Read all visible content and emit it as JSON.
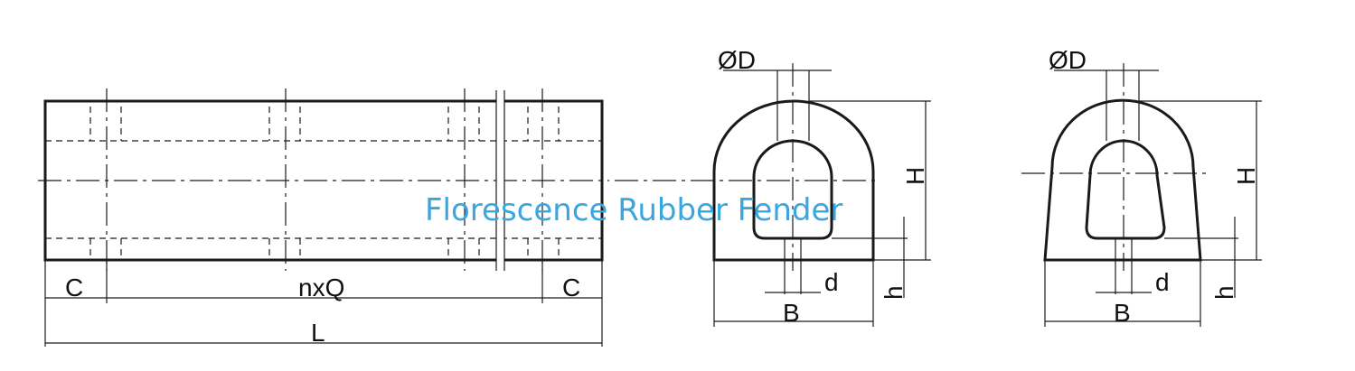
{
  "watermark": "Florescence Rubber Fender",
  "colors": {
    "line": "#1a1a1a",
    "watermark": "#3aa6e0",
    "background": "#ffffff"
  },
  "front_view": {
    "C_left": "C",
    "nxQ": "nxQ",
    "C_right": "C",
    "L": "L"
  },
  "section_1": {
    "D": "ØD",
    "H": "H",
    "h": "h",
    "d": "d",
    "B": "B"
  },
  "section_2": {
    "D": "ØD",
    "H": "H",
    "h": "h",
    "d": "d",
    "B": "B"
  }
}
